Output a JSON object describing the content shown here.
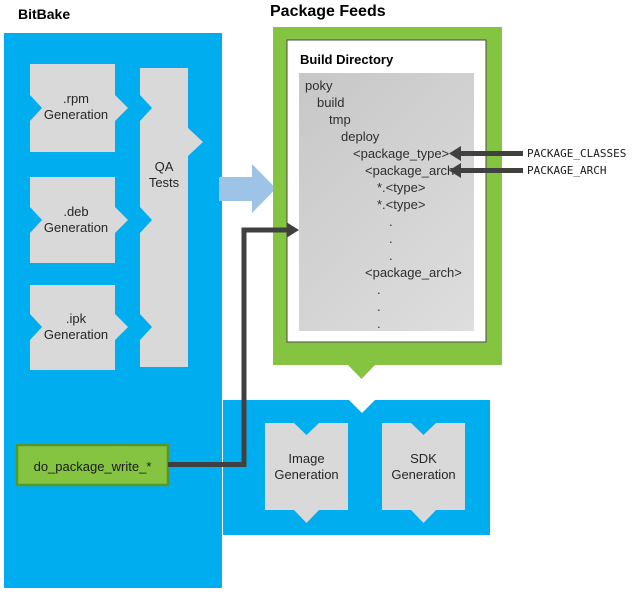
{
  "titles": {
    "bitbake": "BitBake",
    "package_feeds": "Package Feeds"
  },
  "bitbake": {
    "generators": [
      {
        "line1": ".rpm",
        "line2": "Generation"
      },
      {
        "line1": ".deb",
        "line2": "Generation"
      },
      {
        "line1": ".ipk",
        "line2": "Generation"
      }
    ],
    "qa": {
      "line1": "QA",
      "line2": "Tests"
    },
    "task_label": "do_package_write_*"
  },
  "package_feeds": {
    "build_directory_label": "Build Directory",
    "tree": [
      {
        "text": "poky",
        "indent": 0
      },
      {
        "text": "build",
        "indent": 1
      },
      {
        "text": "tmp",
        "indent": 2
      },
      {
        "text": "deploy",
        "indent": 3
      },
      {
        "text": "<package_type>",
        "indent": 4
      },
      {
        "text": "<package_arch>",
        "indent": 5
      },
      {
        "text": "*.<type>",
        "indent": 6
      },
      {
        "text": "*.<type>",
        "indent": 6
      },
      {
        "text": ".",
        "indent": 7
      },
      {
        "text": ".",
        "indent": 7
      },
      {
        "text": ".",
        "indent": 7
      },
      {
        "text": "<package_arch>",
        "indent": 5
      },
      {
        "text": ".",
        "indent": 6
      },
      {
        "text": ".",
        "indent": 6
      },
      {
        "text": ".",
        "indent": 6
      }
    ],
    "annotations": [
      {
        "label": "PACKAGE_CLASSES"
      },
      {
        "label": "PACKAGE_ARCH"
      }
    ]
  },
  "bottom": {
    "image_gen": {
      "line1": "Image",
      "line2": "Generation"
    },
    "sdk_gen": {
      "line1": "SDK",
      "line2": "Generation"
    }
  },
  "colors": {
    "blue": "#00AEEF",
    "light_blue": "#9DC3E6",
    "green": "#84C441",
    "green_border": "#55982A",
    "box_gray": "#D9D9D9",
    "arrow_dark": "#404040",
    "inner_border": "#4A4A4A",
    "text_dark": "#262626"
  }
}
